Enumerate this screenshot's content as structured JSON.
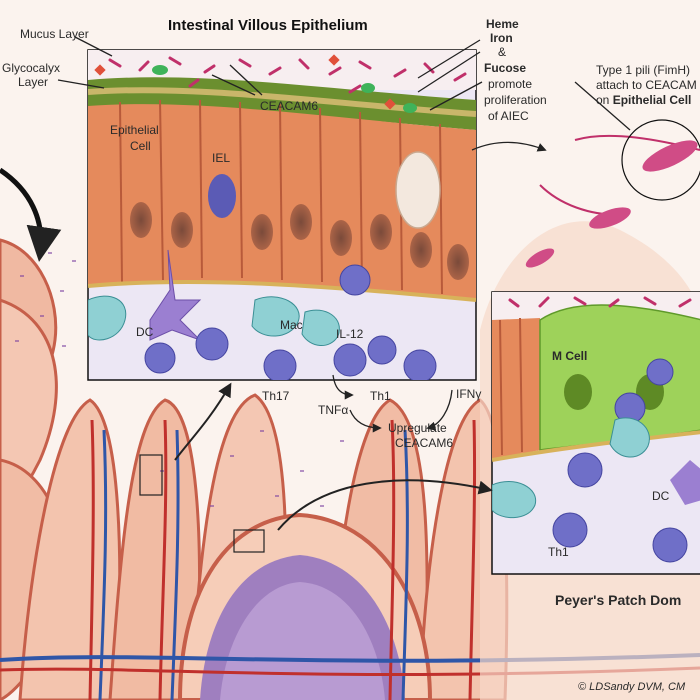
{
  "title": "Intestinal Villous Epithelium",
  "labels": {
    "mucus_layer": "Mucus Layer",
    "glycocalyx_1": "Glycocalyx",
    "glycocalyx_2": "Layer",
    "ceacam6": "CEACAM6",
    "epithelial_cell_1": "Epithelial",
    "epithelial_cell_2": "Cell",
    "iel": "IEL",
    "dc": "DC",
    "mac": "Mac",
    "il12": "IL-12",
    "th17": "Th17",
    "th1": "Th1",
    "tnfa": "TNFα",
    "ifn": "IFNγ",
    "upregulate_1": "Upregulate",
    "upregulate_2": "CEACAM6",
    "heme": "Heme",
    "iron": "Iron",
    "amp": "&",
    "fucose": "Fucose",
    "promote": "promote",
    "proliferation": "proliferation",
    "of_aiec": "of AIEC",
    "pili_1": "Type 1 pili (FimH)",
    "pili_2": "attach to CEACAM",
    "pili_3_prefix": "on ",
    "pili_3_bold": "Epithelial Cell",
    "m_cell": "M Cell",
    "dc2": "DC",
    "th1_2": "Th1",
    "peyers": "Peyer's Patch Dom",
    "signature": "© LDSandy DVM, CM"
  },
  "colors": {
    "background": "#fbf3ee",
    "epithelium": "#e58a5c",
    "villus_tissue": "#f2c2ac",
    "lamina": "#ece7f4",
    "lymphocyte": "#6f6fc8",
    "macrophage": "#8fd0d3",
    "m_cell": "#9ed25a",
    "mucus": "#6b8f2f",
    "bacteria": "#c0306a",
    "dome": "#9f7fbf",
    "vessel_red": "#c0302c",
    "vessel_blue": "#2f56a8"
  }
}
